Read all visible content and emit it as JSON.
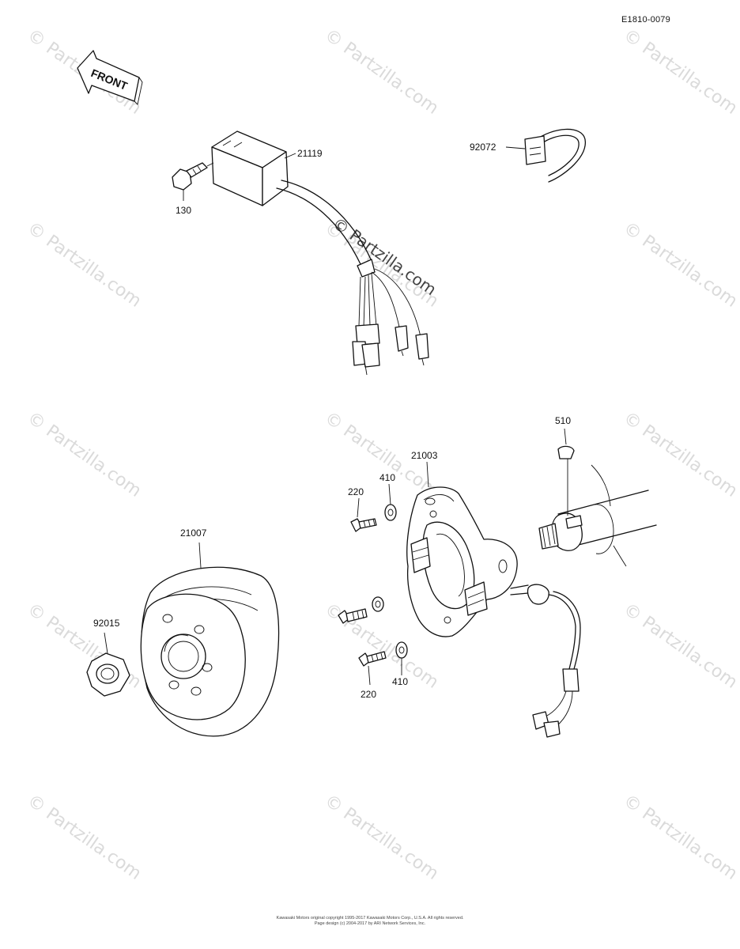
{
  "diagram_id": "E1810-0079",
  "front_label": "FRONT",
  "watermark_text": "© Partzilla.com",
  "labels": {
    "p21119": "21119",
    "p130": "130",
    "p92072": "92072",
    "p510": "510",
    "p21003": "21003",
    "p410_top": "410",
    "p220_top": "220",
    "p21007": "21007",
    "p92015": "92015",
    "p220_bottom": "220",
    "p410_bottom": "410"
  },
  "footer": {
    "line1": "Kawasaki Motors original copyright 1995-2017 Kawasaki Motors Corp., U.S.A. All rights reserved.",
    "line2": "Page design (c) 2004-2017 by ARI Network Services, Inc."
  }
}
